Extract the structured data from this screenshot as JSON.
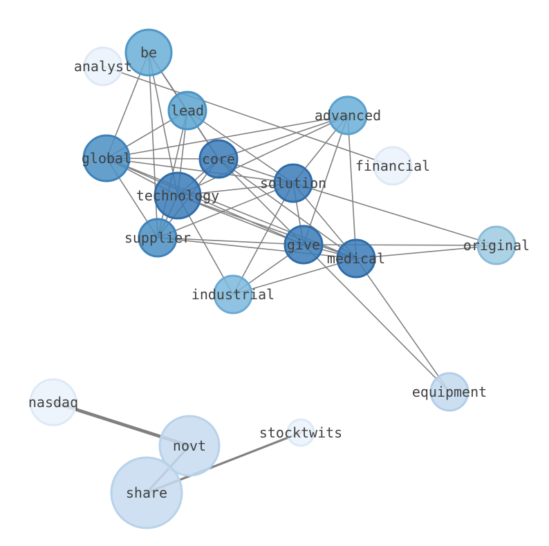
{
  "nodes": [
    {
      "id": "be",
      "label": "be",
      "color": "#6aaed6",
      "stroke": "#4f97c6",
      "opacity": 0.85,
      "size": "medium"
    },
    {
      "id": "analyst",
      "label": "analyst",
      "color": "#eaf2fb",
      "stroke": "#dde9f6",
      "opacity": 0.85,
      "size": "small"
    },
    {
      "id": "lead",
      "label": "lead",
      "color": "#5ba3d0",
      "stroke": "#4a93c4",
      "opacity": 0.85,
      "size": "small"
    },
    {
      "id": "advanced",
      "label": "advanced",
      "color": "#6aaed6",
      "stroke": "#5aa1cf",
      "opacity": 0.85,
      "size": "small"
    },
    {
      "id": "financial",
      "label": "financial",
      "color": "#eaf2fb",
      "stroke": "#dde9f6",
      "opacity": 0.85,
      "size": "small"
    },
    {
      "id": "global",
      "label": "global",
      "color": "#4a8fc4",
      "stroke": "#3d82ba",
      "opacity": 0.85,
      "size": "medium"
    },
    {
      "id": "core",
      "label": "core",
      "color": "#3a7bb8",
      "stroke": "#2f6ca8",
      "opacity": 0.85,
      "size": "small"
    },
    {
      "id": "solution",
      "label": "solution",
      "color": "#3a7bb8",
      "stroke": "#2f6ca8",
      "opacity": 0.85,
      "size": "small"
    },
    {
      "id": "technology",
      "label": "technology",
      "color": "#3a7bb8",
      "stroke": "#2f6ca8",
      "opacity": 0.85,
      "size": "medium"
    },
    {
      "id": "supplier",
      "label": "supplier",
      "color": "#4a8fc4",
      "stroke": "#3d82ba",
      "opacity": 0.85,
      "size": "small"
    },
    {
      "id": "give",
      "label": "give",
      "color": "#3a7bb8",
      "stroke": "#2f6ca8",
      "opacity": 0.85,
      "size": "small"
    },
    {
      "id": "medical",
      "label": "medical",
      "color": "#3a7bb8",
      "stroke": "#2f6ca8",
      "opacity": 0.85,
      "size": "small"
    },
    {
      "id": "original",
      "label": "original",
      "color": "#9ecae1",
      "stroke": "#8cbcd8",
      "opacity": 0.85,
      "size": "small"
    },
    {
      "id": "industrial",
      "label": "industrial",
      "color": "#7db8dd",
      "stroke": "#6aaad4",
      "opacity": 0.85,
      "size": "small"
    },
    {
      "id": "equipment",
      "label": "equipment",
      "color": "#c2d9ee",
      "stroke": "#b3cde8",
      "opacity": 0.85,
      "size": "small"
    },
    {
      "id": "nasdaq",
      "label": "nasdaq",
      "color": "#eaf2fb",
      "stroke": "#dde9f6",
      "opacity": 0.85,
      "size": "medium"
    },
    {
      "id": "novt",
      "label": "novt",
      "color": "#c6dbef",
      "stroke": "#b8d2ea",
      "opacity": 0.85,
      "size": "large"
    },
    {
      "id": "stocktwits",
      "label": "stocktwits",
      "color": "#eaf2fb",
      "stroke": "#dde9f6",
      "opacity": 0.85,
      "size": "tiny"
    },
    {
      "id": "share",
      "label": "share",
      "color": "#c6dbef",
      "stroke": "#b8d2ea",
      "opacity": 0.85,
      "size": "xlarge"
    }
  ],
  "edges": [
    {
      "source": "be",
      "target": "global",
      "weight": 1
    },
    {
      "source": "be",
      "target": "supplier",
      "weight": 1
    },
    {
      "source": "be",
      "target": "technology",
      "weight": 1
    },
    {
      "source": "be",
      "target": "core",
      "weight": 1
    },
    {
      "source": "be",
      "target": "lead",
      "weight": 1
    },
    {
      "source": "analyst",
      "target": "financial",
      "weight": 1
    },
    {
      "source": "lead",
      "target": "global",
      "weight": 1
    },
    {
      "source": "lead",
      "target": "core",
      "weight": 1
    },
    {
      "source": "lead",
      "target": "technology",
      "weight": 1
    },
    {
      "source": "lead",
      "target": "supplier",
      "weight": 1
    },
    {
      "source": "lead",
      "target": "solution",
      "weight": 1
    },
    {
      "source": "advanced",
      "target": "core",
      "weight": 1
    },
    {
      "source": "advanced",
      "target": "global",
      "weight": 1
    },
    {
      "source": "advanced",
      "target": "technology",
      "weight": 1
    },
    {
      "source": "advanced",
      "target": "solution",
      "weight": 1
    },
    {
      "source": "advanced",
      "target": "give",
      "weight": 1
    },
    {
      "source": "advanced",
      "target": "medical",
      "weight": 1
    },
    {
      "source": "global",
      "target": "core",
      "weight": 1
    },
    {
      "source": "global",
      "target": "technology",
      "weight": 1
    },
    {
      "source": "global",
      "target": "solution",
      "weight": 1
    },
    {
      "source": "global",
      "target": "give",
      "weight": 1
    },
    {
      "source": "global",
      "target": "medical",
      "weight": 1
    },
    {
      "source": "global",
      "target": "supplier",
      "weight": 1
    },
    {
      "source": "core",
      "target": "technology",
      "weight": 1
    },
    {
      "source": "core",
      "target": "solution",
      "weight": 1
    },
    {
      "source": "core",
      "target": "give",
      "weight": 1
    },
    {
      "source": "core",
      "target": "medical",
      "weight": 1
    },
    {
      "source": "core",
      "target": "supplier",
      "weight": 1
    },
    {
      "source": "solution",
      "target": "technology",
      "weight": 1
    },
    {
      "source": "solution",
      "target": "give",
      "weight": 1
    },
    {
      "source": "solution",
      "target": "medical",
      "weight": 1
    },
    {
      "source": "solution",
      "target": "original",
      "weight": 1
    },
    {
      "source": "solution",
      "target": "industrial",
      "weight": 1
    },
    {
      "source": "solution",
      "target": "supplier",
      "weight": 1
    },
    {
      "source": "technology",
      "target": "give",
      "weight": 1
    },
    {
      "source": "technology",
      "target": "medical",
      "weight": 1
    },
    {
      "source": "technology",
      "target": "supplier",
      "weight": 1
    },
    {
      "source": "technology",
      "target": "industrial",
      "weight": 1
    },
    {
      "source": "supplier",
      "target": "give",
      "weight": 1
    },
    {
      "source": "supplier",
      "target": "medical",
      "weight": 1
    },
    {
      "source": "give",
      "target": "medical",
      "weight": 1
    },
    {
      "source": "give",
      "target": "original",
      "weight": 1
    },
    {
      "source": "give",
      "target": "industrial",
      "weight": 1
    },
    {
      "source": "give",
      "target": "equipment",
      "weight": 1
    },
    {
      "source": "medical",
      "target": "original",
      "weight": 1
    },
    {
      "source": "medical",
      "target": "industrial",
      "weight": 1
    },
    {
      "source": "medical",
      "target": "equipment",
      "weight": 1
    },
    {
      "source": "nasdaq",
      "target": "novt",
      "weight": 3
    },
    {
      "source": "novt",
      "target": "share",
      "weight": 2
    },
    {
      "source": "share",
      "target": "stocktwits",
      "weight": 2
    }
  ]
}
